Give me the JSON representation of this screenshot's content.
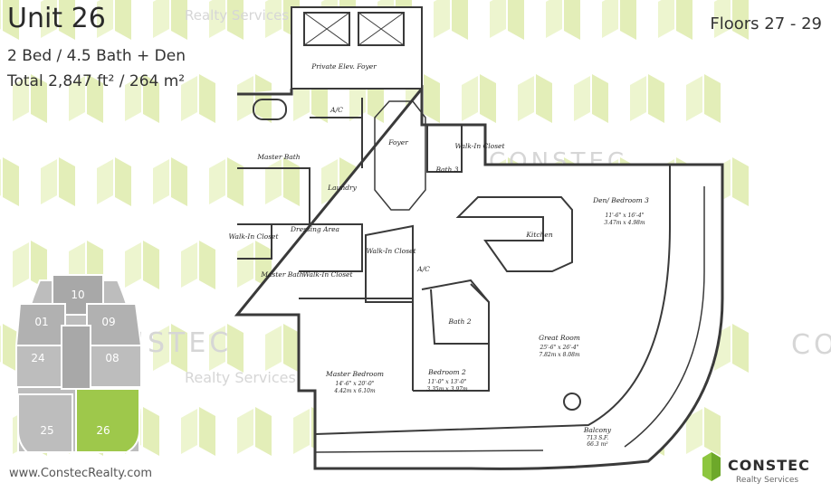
{
  "header": {
    "unit_title": "Unit 26",
    "beds_baths": "2 Bed / 4.5 Bath + Den",
    "total_area": "Total 2,847 ft² / 264 m²",
    "floors": "Floors 27 - 29",
    "website": "www.ConstecRealty.com"
  },
  "watermark": {
    "realty_services": "Realty Services",
    "constec": "CONSTEC"
  },
  "logo": {
    "name": "CONSTEC",
    "tagline": "Realty Services"
  },
  "keyplan": {
    "units": [
      "10",
      "01",
      "09",
      "24",
      "08",
      "25",
      "26"
    ],
    "highlighted_unit": "26",
    "highlight_color": "#9ec84b"
  },
  "rooms": {
    "private_elevator_foyer": "Private Elev. Foyer",
    "master_bath_top": "Master Bath",
    "ac": "A/C",
    "foyer": "Foyer",
    "walk_in_closet_top": "Walk-In Closet",
    "bath_3": "Bath 3",
    "laundry": "Laundry",
    "walk_in_closet_left": "Walk-In Closet",
    "dressing_area": "Dressing Area",
    "master_bath_bottom": "Master Bath",
    "walk_in_closet_mid": "Walk-In Closet",
    "walk_in_closet_center": "Walk-In Closet",
    "ac_2": "A/C",
    "den_bedroom3": "Den/ Bedroom 3",
    "den_bedroom3_dims": "11'-6\" x 16'-4\"",
    "den_bedroom3_metric": "3.47m x 4.98m",
    "kitchen": "Kitchen",
    "bath_2": "Bath 2",
    "great_room": "Great Room",
    "great_room_dims": "25'-6\" x 26'-4\"",
    "great_room_metric": "7.82m x 8.08m",
    "master_bedroom": "Master Bedroom",
    "master_bedroom_dims": "14'-6\" x 20'-0\"",
    "master_bedroom_metric": "4.42m x 6.10m",
    "bedroom_2": "Bedroom 2",
    "bedroom_2_dims": "11'-0\" x 13'-0\"",
    "bedroom_2_metric": "3.35m x 3.97m",
    "balcony": "Balcony",
    "balcony_area": "713 S.F.",
    "balcony_metric": "66.3 m²"
  },
  "colors": {
    "watermark_green": "#edf5cf",
    "watermark_green_dark": "#e3eeb8",
    "wall": "#3a3a3a",
    "brand_green": "#8dc63f"
  }
}
